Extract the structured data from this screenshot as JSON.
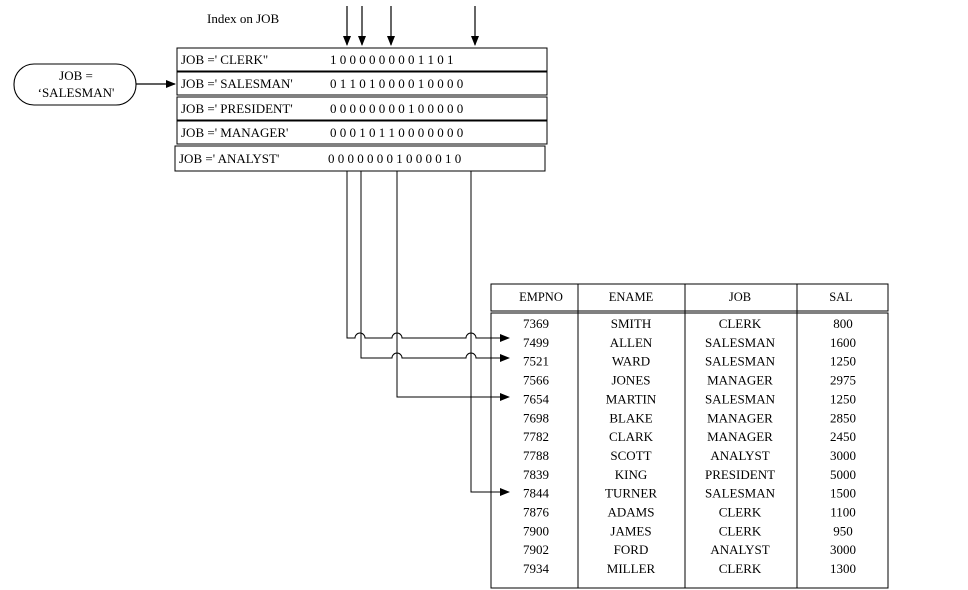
{
  "index_title": "Index on JOB",
  "query": {
    "line1": "JOB =",
    "line2": "‘SALESMAN'"
  },
  "bitmap": [
    {
      "label": "JOB =' CLERK\"",
      "bits": "1 0 0 0 0 0 0 0 0 1 1 0 1"
    },
    {
      "label": "JOB =' SALESMAN'",
      "bits": "0 1 1 0 1 0 0 0 0 1 0 0 0 0"
    },
    {
      "label": "JOB =' PRESIDENT'",
      "bits": "0 0 0 0 0 0 0 0 1 0 0 0 0 0"
    },
    {
      "label": "JOB =' MANAGER'",
      "bits": "0 0 0 1 0 1 1 0 0 0 0 0 0 0"
    },
    {
      "label": "JOB =' ANALYST'",
      "bits": "0 0 0 0 0 0 0 1 0 0 0 0 1 0"
    }
  ],
  "table": {
    "columns": [
      "EMPNO",
      "ENAME",
      "JOB",
      "SAL"
    ],
    "rows": [
      [
        "7369",
        "SMITH",
        "CLERK",
        "800"
      ],
      [
        "7499",
        "ALLEN",
        "SALESMAN",
        "1600"
      ],
      [
        "7521",
        "WARD",
        "SALESMAN",
        "1250"
      ],
      [
        "7566",
        "JONES",
        "MANAGER",
        "2975"
      ],
      [
        "7654",
        "MARTIN",
        "SALESMAN",
        "1250"
      ],
      [
        "7698",
        "BLAKE",
        "MANAGER",
        "2850"
      ],
      [
        "7782",
        "CLARK",
        "MANAGER",
        "2450"
      ],
      [
        "7788",
        "SCOTT",
        "ANALYST",
        "3000"
      ],
      [
        "7839",
        "KING",
        "PRESIDENT",
        "5000"
      ],
      [
        "7844",
        "TURNER",
        "SALESMAN",
        "1500"
      ],
      [
        "7876",
        "ADAMS",
        "CLERK",
        "1100"
      ],
      [
        "7900",
        "JAMES",
        "CLERK",
        "950"
      ],
      [
        "7902",
        "FORD",
        "ANALYST",
        "3000"
      ],
      [
        "7934",
        "MILLER",
        "CLERK",
        "1300"
      ]
    ]
  }
}
